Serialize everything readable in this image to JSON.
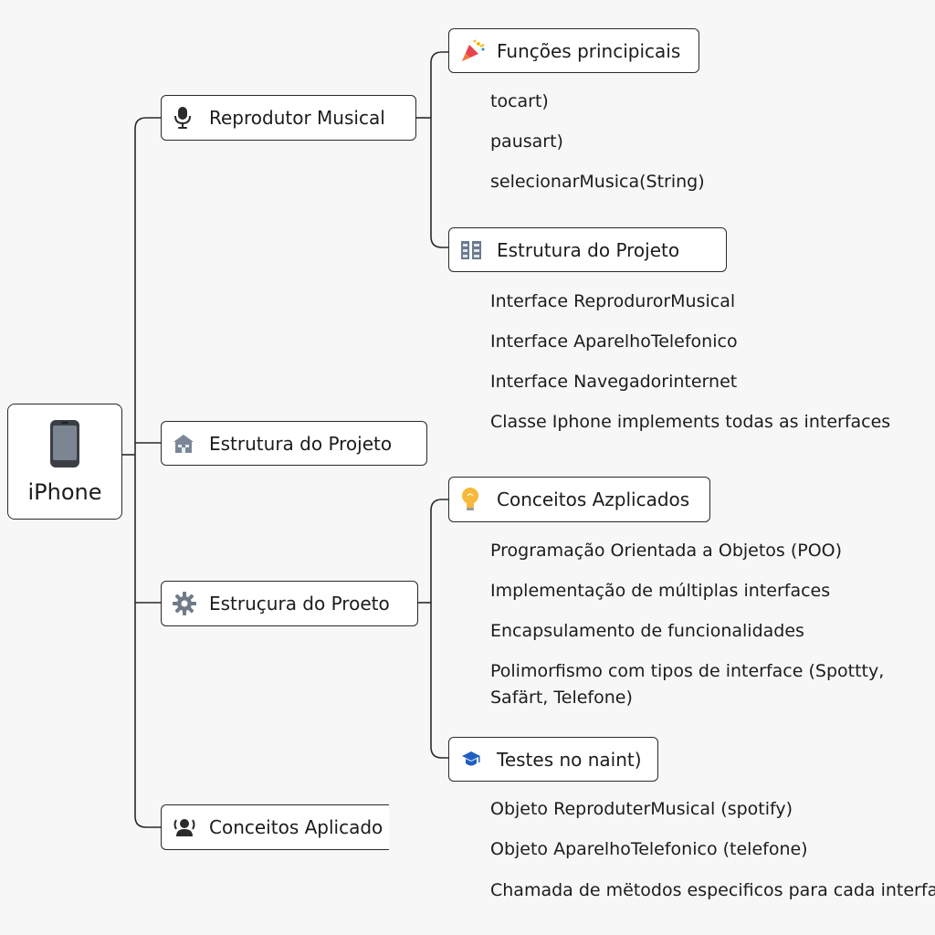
{
  "root": {
    "title": "iPhone",
    "icon": "phone-icon"
  },
  "branches": [
    {
      "id": "reprodutor",
      "label": "Reprodutor Musical",
      "icon": "microphone-icon",
      "subnodes": [
        {
          "label": "Funções principicais",
          "icon": "party-popper-icon",
          "items": [
            "tocart)",
            "pausart)",
            "selecionarMusica(String)"
          ]
        },
        {
          "label": "Estrutura do Projeto",
          "icon": "building-blocks-icon",
          "items": [
            "Interface ReprodurorMusical",
            "Interface AparelhoTelefonico",
            "Interface Navegadorinternet",
            "Classe Iphone implements todas as interfaces"
          ]
        }
      ]
    },
    {
      "id": "estrutura",
      "label": "Estrutura do Projeto",
      "icon": "house-icon"
    },
    {
      "id": "estrucura",
      "label": "Estruçura do Proeto",
      "icon": "gear-icon",
      "subnodes": [
        {
          "label": "Conceitos Azplicados",
          "icon": "lightbulb-icon",
          "items": [
            "Programação Orientada a Objetos (POO)",
            "Implementação de múltiplas interfaces",
            "Encapsulamento de funcionalidades",
            "Polimorfismo com tipos de interface (Spottty, Safärt, Telefone)"
          ]
        },
        {
          "label": "Testes no naint)",
          "icon": "graduation-cap-icon",
          "items": [
            "Objeto ReproduterMusical (spotify)",
            "Objeto AparelhoTelefonico (telefone)",
            "Chamada de mëtodos especificos para cada  interface"
          ]
        }
      ]
    },
    {
      "id": "conceitos",
      "label": "Conceitos Aplicado",
      "icon": "users-icon"
    }
  ]
}
